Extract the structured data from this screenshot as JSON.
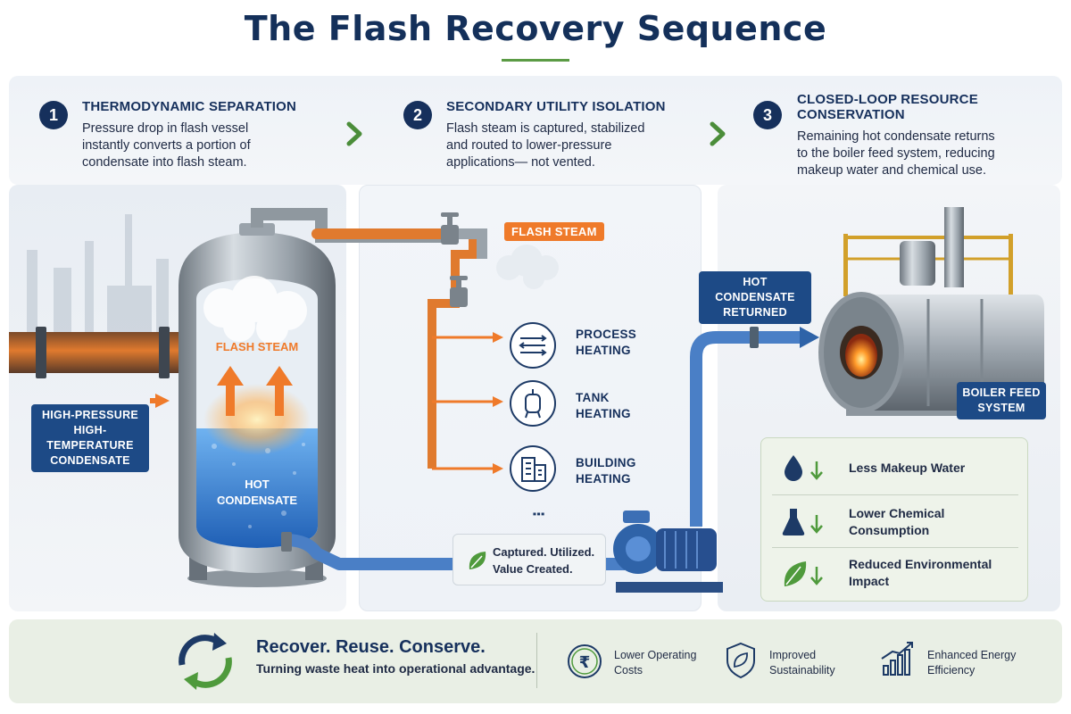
{
  "title": "The Flash Recovery Sequence",
  "colors": {
    "navy": "#16305c",
    "accent_green": "#5b9b45",
    "flash_orange": "#ef7a2a",
    "label_blue": "#1d4a86",
    "water_blue": "#3f86d8"
  },
  "steps": [
    {
      "number": "1",
      "title": "THERMODYNAMIC SEPARATION",
      "desc_lines": [
        "Pressure drop in flash vessel",
        "instantly converts a portion of",
        "condensate into flash steam."
      ]
    },
    {
      "number": "2",
      "title": "SECONDARY UTILITY ISOLATION",
      "desc_lines": [
        "Flash steam is captured, stabilized",
        "and routed to lower-pressure",
        "applications— not vented."
      ]
    },
    {
      "number": "3",
      "title_lines": [
        "CLOSED-LOOP RESOURCE",
        "CONSERVATION"
      ],
      "desc_lines": [
        "Remaining hot condensate returns",
        "to the boiler feed system, reducing",
        "makeup water and chemical use."
      ]
    }
  ],
  "vessel": {
    "inlet_label_lines": [
      "HIGH-PRESSURE",
      "HIGH-TEMPERATURE",
      "CONDENSATE"
    ],
    "flash_label": "FLASH STEAM",
    "hot_label_lines": [
      "HOT",
      "CONDENSATE"
    ]
  },
  "flash_tag": "FLASH STEAM",
  "applications": [
    {
      "icon": "heat-exchanger-icon",
      "lines": [
        "PROCESS",
        "HEATING"
      ]
    },
    {
      "icon": "tank-icon",
      "lines": [
        "TANK",
        "HEATING"
      ]
    },
    {
      "icon": "building-icon",
      "lines": [
        "BUILDING",
        "HEATING"
      ]
    }
  ],
  "more_marker": "⋮",
  "captured_lines": [
    "Captured. Utilized.",
    "Value Created."
  ],
  "hot_returned_lines": [
    "HOT CONDENSATE",
    "RETURNED"
  ],
  "boiler_label_lines": [
    "BOILER FEED",
    "SYSTEM"
  ],
  "benefits": [
    {
      "icon": "water-drop-icon",
      "lines": [
        "Less Makeup Water"
      ]
    },
    {
      "icon": "flask-icon",
      "lines": [
        "Lower Chemical",
        "Consumption"
      ]
    },
    {
      "icon": "leaf-icon",
      "lines": [
        "Reduced Environmental",
        "Impact"
      ]
    }
  ],
  "footer": {
    "headline": "Recover. Reuse. Conserve.",
    "subline": "Turning waste heat into operational advantage.",
    "items": [
      {
        "icon": "rupee-coin-icon",
        "lines": [
          "Lower Operating",
          "Costs"
        ]
      },
      {
        "icon": "shield-leaf-icon",
        "lines": [
          "Improved",
          "Sustainability"
        ]
      },
      {
        "icon": "growth-bars-icon",
        "lines": [
          "Enhanced Energy",
          "Efficiency"
        ]
      }
    ]
  }
}
